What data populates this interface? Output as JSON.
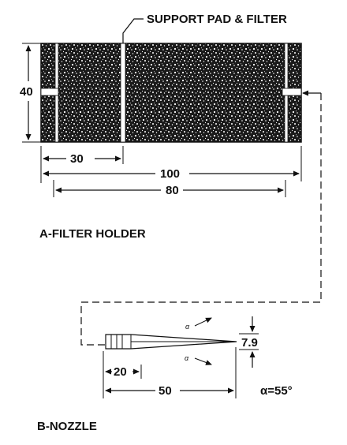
{
  "filter_holder": {
    "callout": "SUPPORT PAD & FILTER",
    "height_dim": "40",
    "pad_dim": "30",
    "length_dim": "100",
    "inner_dim": "80",
    "caption": "A-FILTER HOLDER"
  },
  "nozzle": {
    "alpha_top": "α",
    "alpha_bottom": "α",
    "tip_dim": "7.9",
    "insert_dim": "20",
    "length_dim": "50",
    "angle_note": "α=55°",
    "caption": "B-NOZZLE"
  }
}
